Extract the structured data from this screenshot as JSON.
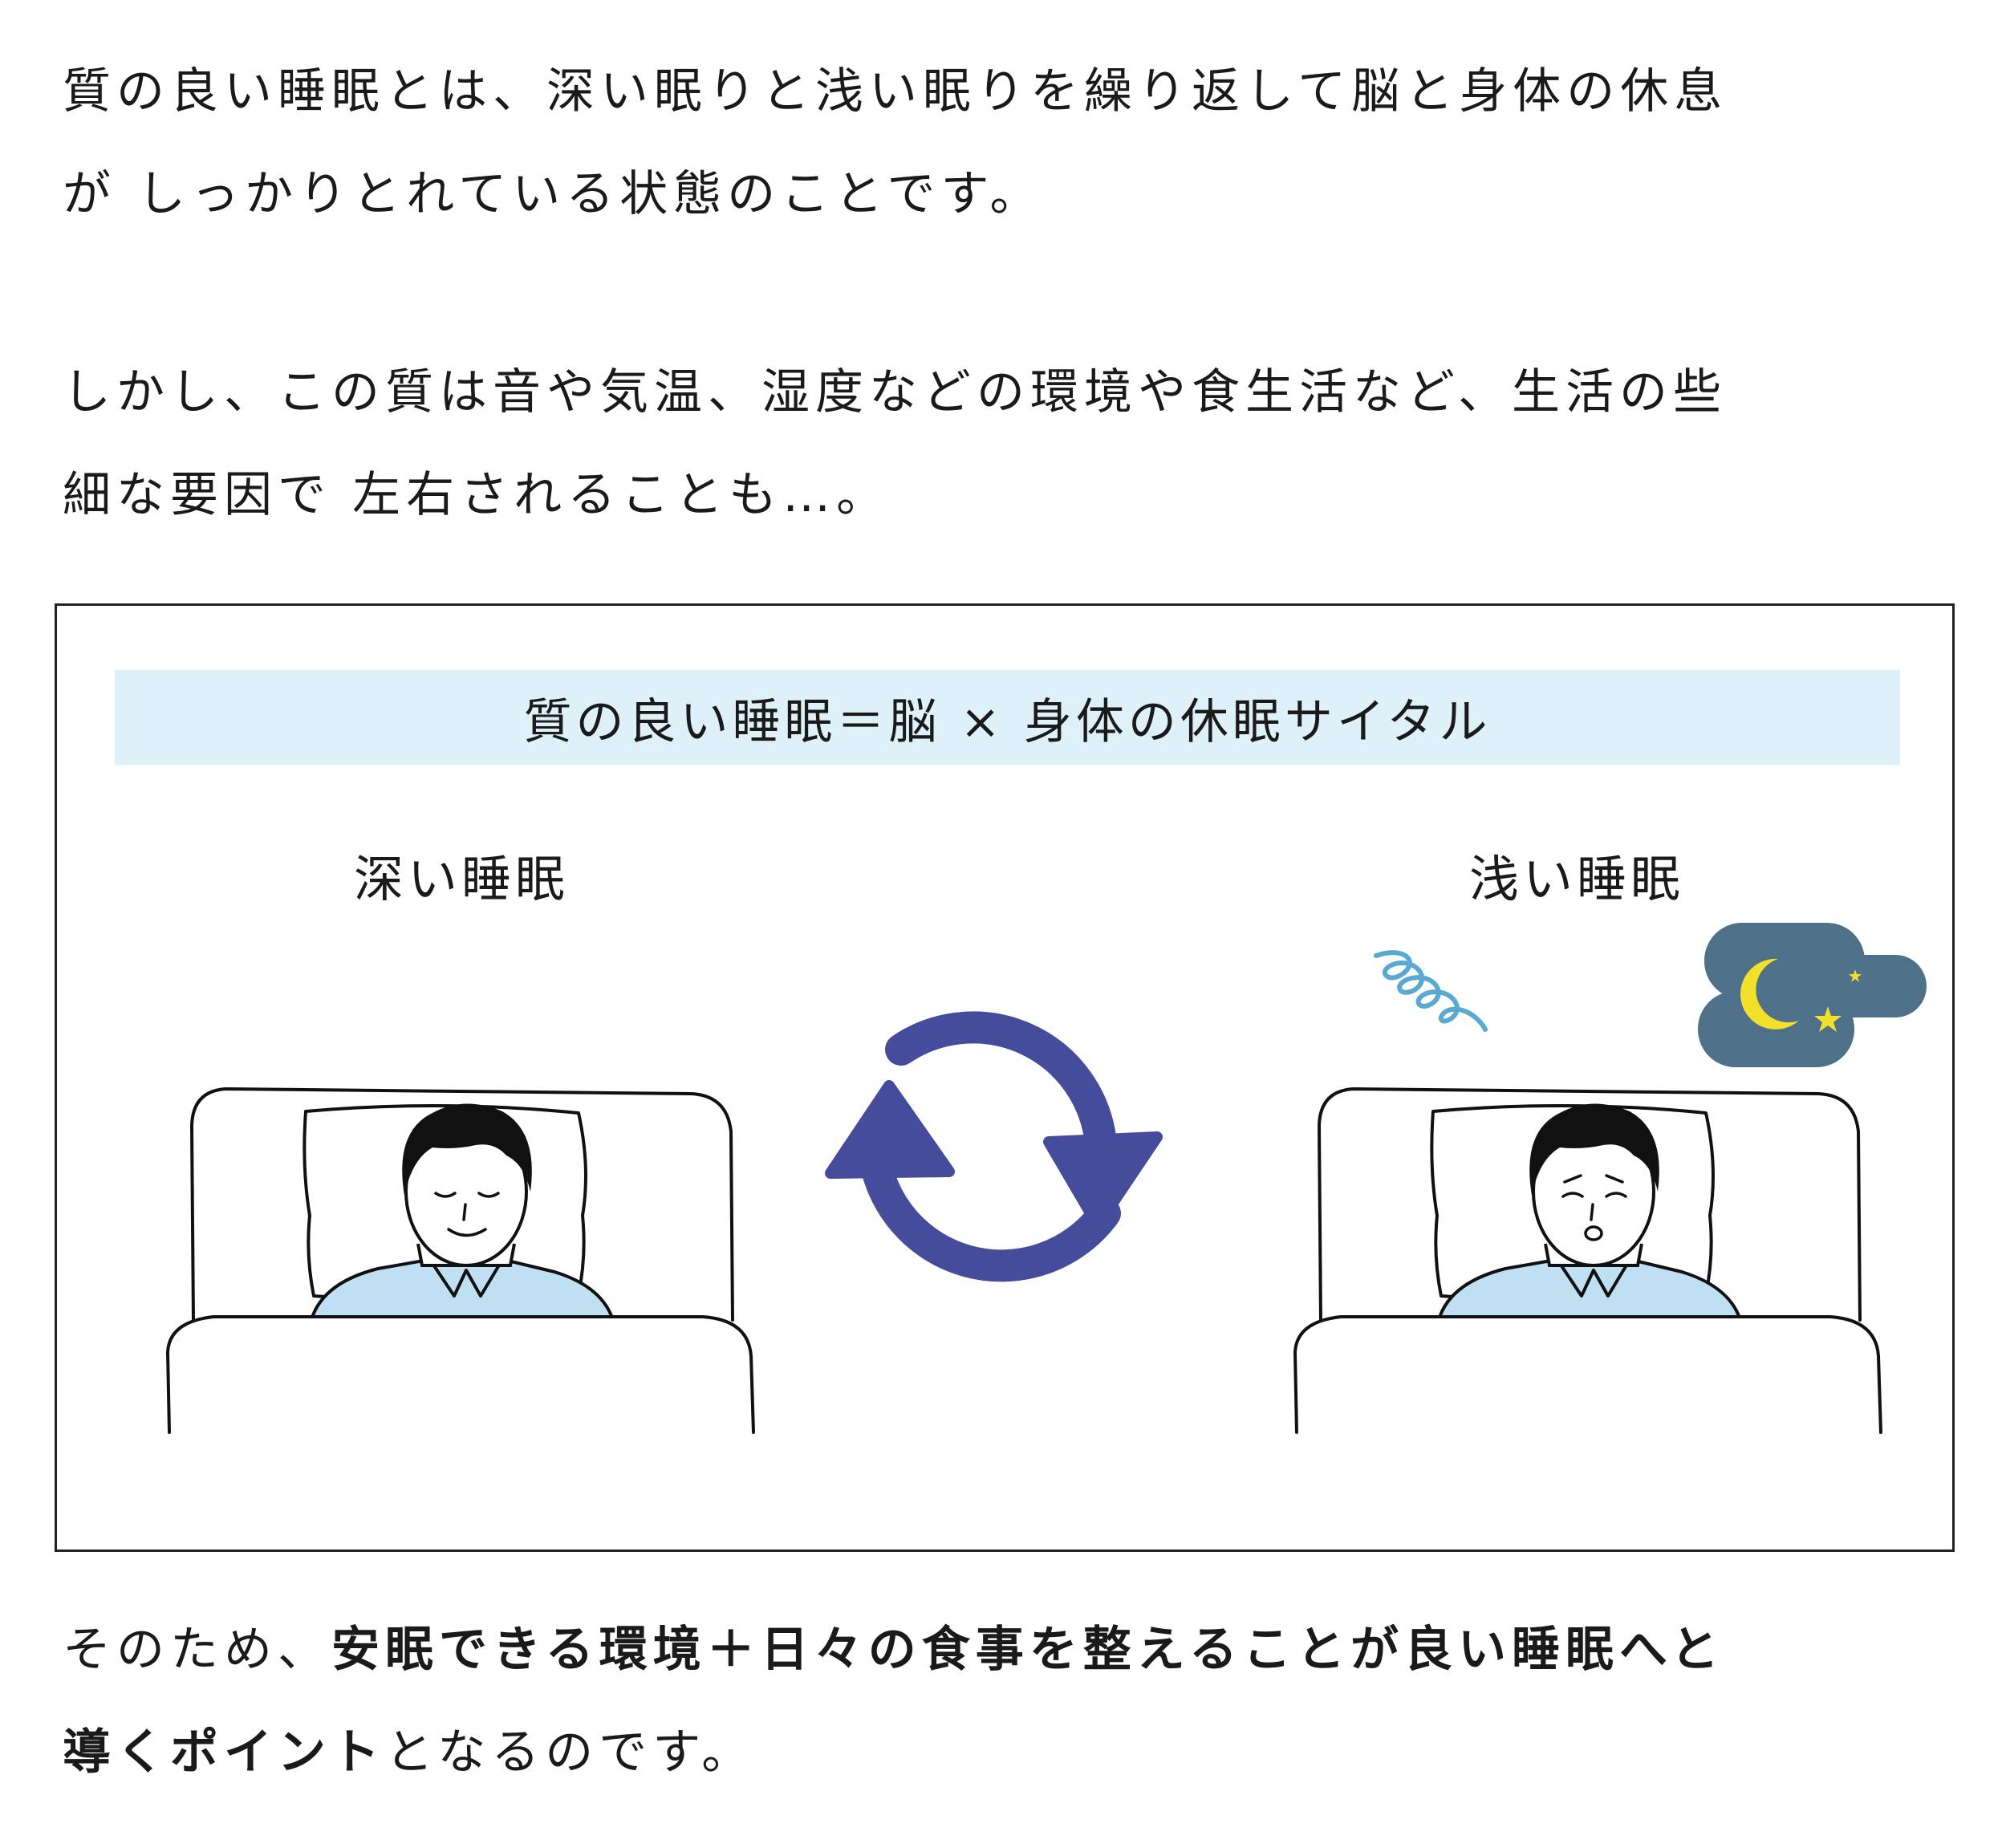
{
  "intro": {
    "line1": "質の良い睡眠とは、深い眠りと浅い眠りを繰り返して脳と身体の休息",
    "line2": "が しっかりとれている状態のことです。"
  },
  "caveat": {
    "line1": "しかし、この質は音や気温、湿度などの環境や食生活など、生活の些",
    "line2": "細な要因で 左右されることも…。"
  },
  "diagram": {
    "banner": "質の良い睡眠＝脳 × 身体の休眠サイタル",
    "deep_label": "深い睡眠",
    "light_label": "浅い睡眠",
    "colors": {
      "banner_bg": "#dff1f8",
      "cycle_arrows": "#454c9c",
      "pajama": "#bfe0f2",
      "night_cloud": "#4e7089",
      "moon": "#f3e02b",
      "restless_swirl": "#5aa9d0"
    }
  },
  "conclusion": {
    "prefix": "そのため、",
    "bold1": "安眠できる環境＋日々の食事を整えることが良い睡眠へと",
    "bold2": "導くポイント",
    "suffix": "となるのです。"
  }
}
